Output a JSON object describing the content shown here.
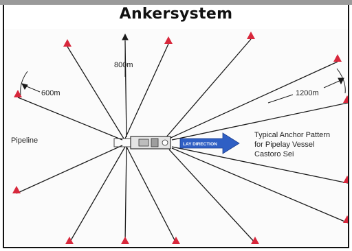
{
  "title": "Ankersystem",
  "labels": {
    "depth_800": "800m",
    "depth_600": "600m",
    "depth_1200": "1200m",
    "pipeline": "Pipeline",
    "lay_direction": "LAY DIRECTION",
    "pattern_line1": "Typical Anchor Pattern",
    "pattern_line2": "for Pipelay Vessel",
    "pattern_line3": "Castoro Sei"
  },
  "colors": {
    "anchor": "#d8283c",
    "arrow": "#2f5fc4",
    "line": "#1a1a1a"
  }
}
